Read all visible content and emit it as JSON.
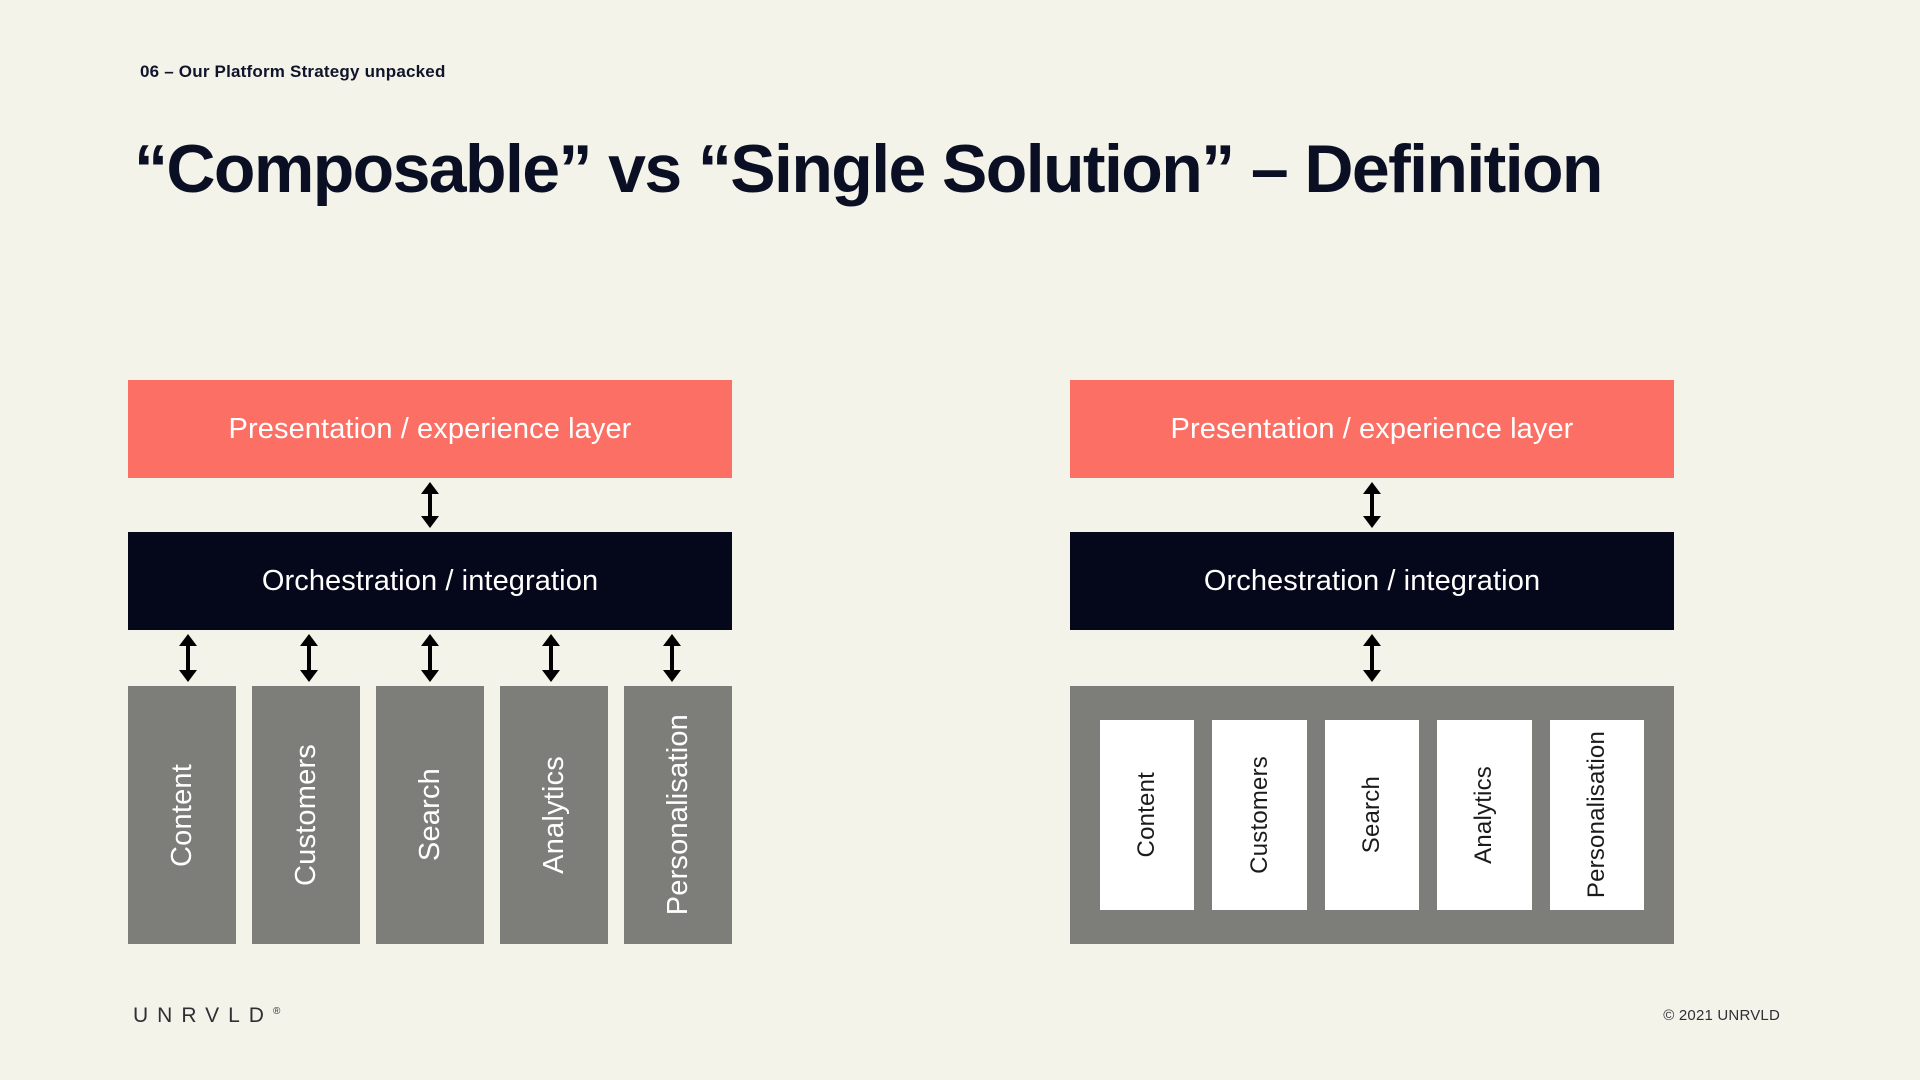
{
  "slide": {
    "kicker": "06 – Our Platform Strategy unpacked",
    "title": "“Composable” vs “Single Solution” – Definition",
    "background_color": "#f4f3e9"
  },
  "colors": {
    "background": "#f4f3e9",
    "presentation_bar": "#fb6f64",
    "orchestration_bar": "#05081a",
    "service_box": "#7d7d7a",
    "monolith_container": "#7d7d7a",
    "monolith_inner_box": "#ffffff",
    "arrow": "#000000",
    "title_text": "#0b0f23",
    "bar_text": "#ffffff",
    "monolith_label_text": "#1b1b1b"
  },
  "diagrams": [
    {
      "id": "composable",
      "presentation_label": "Presentation / experience layer",
      "orchestration_label": "Orchestration / integration",
      "services": [
        {
          "label": "Content"
        },
        {
          "label": "Customers"
        },
        {
          "label": "Search"
        },
        {
          "label": "Analytics"
        },
        {
          "label": "Personalisation"
        }
      ],
      "connector_count_to_services": 5,
      "connector_style": "double-headed"
    },
    {
      "id": "single-solution",
      "presentation_label": "Presentation / experience layer",
      "orchestration_label": "Orchestration / integration",
      "services": [
        {
          "label": "Content"
        },
        {
          "label": "Customers"
        },
        {
          "label": "Search"
        },
        {
          "label": "Analytics"
        },
        {
          "label": "Personalisation"
        }
      ],
      "connector_count_to_services": 1,
      "connector_style": "double-headed"
    }
  ],
  "footer": {
    "logo_text": "UNRVLD",
    "logo_registered_mark": "®",
    "copyright": "© 2021 UNRVLD"
  }
}
